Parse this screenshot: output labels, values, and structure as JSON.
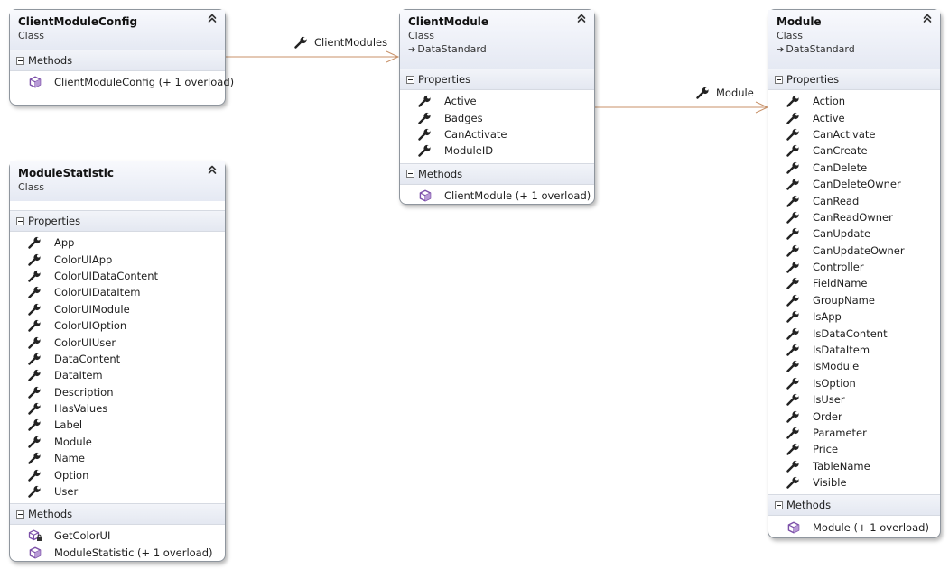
{
  "classes": {
    "client_module_config": {
      "name": "ClientModuleConfig",
      "stereotype": "Class",
      "methods_header": "Methods",
      "methods": [
        "ClientModuleConfig (+ 1 overload)"
      ]
    },
    "client_module": {
      "name": "ClientModule",
      "stereotype": "Class",
      "base": "DataStandard",
      "properties_header": "Properties",
      "properties": [
        "Active",
        "Badges",
        "CanActivate",
        "ModuleID"
      ],
      "methods_header": "Methods",
      "methods": [
        "ClientModule (+ 1 overload)"
      ]
    },
    "module": {
      "name": "Module",
      "stereotype": "Class",
      "base": "DataStandard",
      "properties_header": "Properties",
      "properties": [
        "Action",
        "Active",
        "CanActivate",
        "CanCreate",
        "CanDelete",
        "CanDeleteOwner",
        "CanRead",
        "CanReadOwner",
        "CanUpdate",
        "CanUpdateOwner",
        "Controller",
        "FieldName",
        "GroupName",
        "IsApp",
        "IsDataContent",
        "IsDataItem",
        "IsModule",
        "IsOption",
        "IsUser",
        "Order",
        "Parameter",
        "Price",
        "TableName",
        "Visible"
      ],
      "methods_header": "Methods",
      "methods": [
        "Module (+ 1 overload)"
      ]
    },
    "module_statistic": {
      "name": "ModuleStatistic",
      "stereotype": "Class",
      "properties_header": "Properties",
      "properties": [
        "App",
        "ColorUIApp",
        "ColorUIDataContent",
        "ColorUIDataItem",
        "ColorUIModule",
        "ColorUIOption",
        "ColorUIUser",
        "DataContent",
        "DataItem",
        "Description",
        "HasValues",
        "Label",
        "Module",
        "Name",
        "Option",
        "User"
      ],
      "methods_header": "Methods",
      "methods": [
        "GetColorUI",
        "ModuleStatistic (+ 1 overload)"
      ]
    }
  },
  "associations": [
    {
      "label": "ClientModules",
      "from": "ClientModuleConfig",
      "to": "ClientModule"
    },
    {
      "label": "Module",
      "from": "ClientModule",
      "to": "Module"
    }
  ],
  "colors": {
    "association_line": "#c8926a",
    "header_gradient_top": "#f8f9fd",
    "header_gradient_bottom": "#e5e9f3",
    "method_icon": "#7b4fa8",
    "property_icon": "#222222"
  },
  "icons": {
    "property": "wrench-icon",
    "method": "cube-icon",
    "private_method": "cube-lock-icon",
    "collapse": "double-chevron-up-icon",
    "section_toggle": "minus-box-icon",
    "inheritance": "arrow-right-icon"
  }
}
